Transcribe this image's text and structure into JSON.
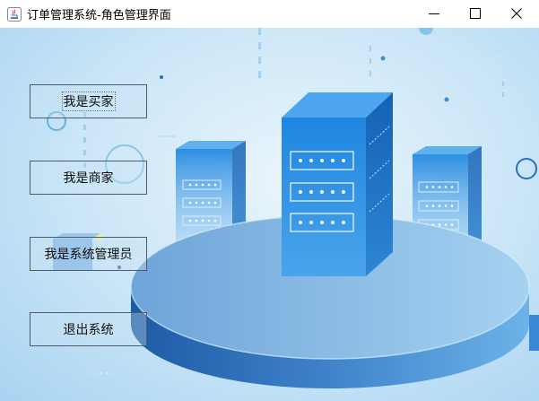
{
  "window": {
    "title": "订单管理系统-角色管理界面",
    "app_icon": "java-app-icon",
    "controls": {
      "minimize": "minimize-icon",
      "maximize": "maximize-icon",
      "close": "close-icon"
    }
  },
  "roles": {
    "buyer_label": "我是买家",
    "seller_label": "我是商家",
    "admin_label": "我是系统管理员",
    "exit_label": "退出系统"
  },
  "background": {
    "description_icon": "server-illustration",
    "colors": {
      "light": "#d6ecfa",
      "mid": "#7fb5e6",
      "dark": "#1c5aa6",
      "server": "#1e7ad6"
    }
  }
}
